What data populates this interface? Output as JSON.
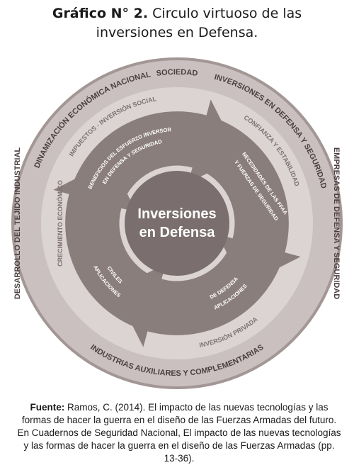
{
  "title": {
    "label": "Gráfico N° 2.",
    "line1": "Circulo virtuoso de las",
    "line2": "inversiones en Defensa."
  },
  "diagram": {
    "center": {
      "line1": "Inversiones",
      "line2": "en Defensa"
    },
    "outer_ring": {
      "top": "SOCIEDAD",
      "upper_right": "INVERSIONES EN DEFENSA Y SEGURIDAD",
      "right": "EMPRESAS DE DEFENSA Y SEGURIDAD",
      "bottom": "INDUSTRIAS AUXILIARES Y COMPLEMENTARIAS",
      "left": "DESARROLLO DEL TEJIDO INDUSTRIAL",
      "upper_left": "DINAMIZACIÓN ECONÓMICA NACIONAL"
    },
    "mid_ring": {
      "top_left": "IMPUESTOS - INVERSIÓN SOCIAL",
      "top_right": "CONFIANZA Y ESTABILIDAD",
      "bottom_right": "INVERSIÓN PRIVADA",
      "left": "CRECIMIENTO ECONÓMICO"
    },
    "arrows": {
      "top_line1": "BENEFICIOS DEL ESFUERZO INVERSOR",
      "top_line2": "EN DEFENSA Y SEGURIDAD",
      "right_line1": "NECESIDADES DE LAS FFAA",
      "right_line2": "Y FUERZAS DE SEGURIDAD",
      "bottom_line1": "APLICACIONES",
      "bottom_line2": "DE DEFENSA",
      "left_line1": "APLICACIONES",
      "left_line2": "CIVILES"
    },
    "colors": {
      "outer_disc": "#c9c0bf",
      "outer_border": "#a39796",
      "inner_disc": "#dcd4d3",
      "arrow": "#8a7e7c",
      "center": "#7a6f6e",
      "label_dark": "#4a3f3e",
      "label_light": "#7d7170"
    }
  },
  "source": {
    "label": "Fuente:",
    "text": "Ramos, C. (2014). El impacto de las nuevas tecnologías y las formas de hacer la guerra en el diseño de las Fuerzas Armadas del futuro. En Cuadernos de  Seguridad Nacional, El impacto de las nuevas tecnologías y las formas de hacer la guerra en el diseño de las Fuerzas Armadas (pp. 13-36)."
  }
}
